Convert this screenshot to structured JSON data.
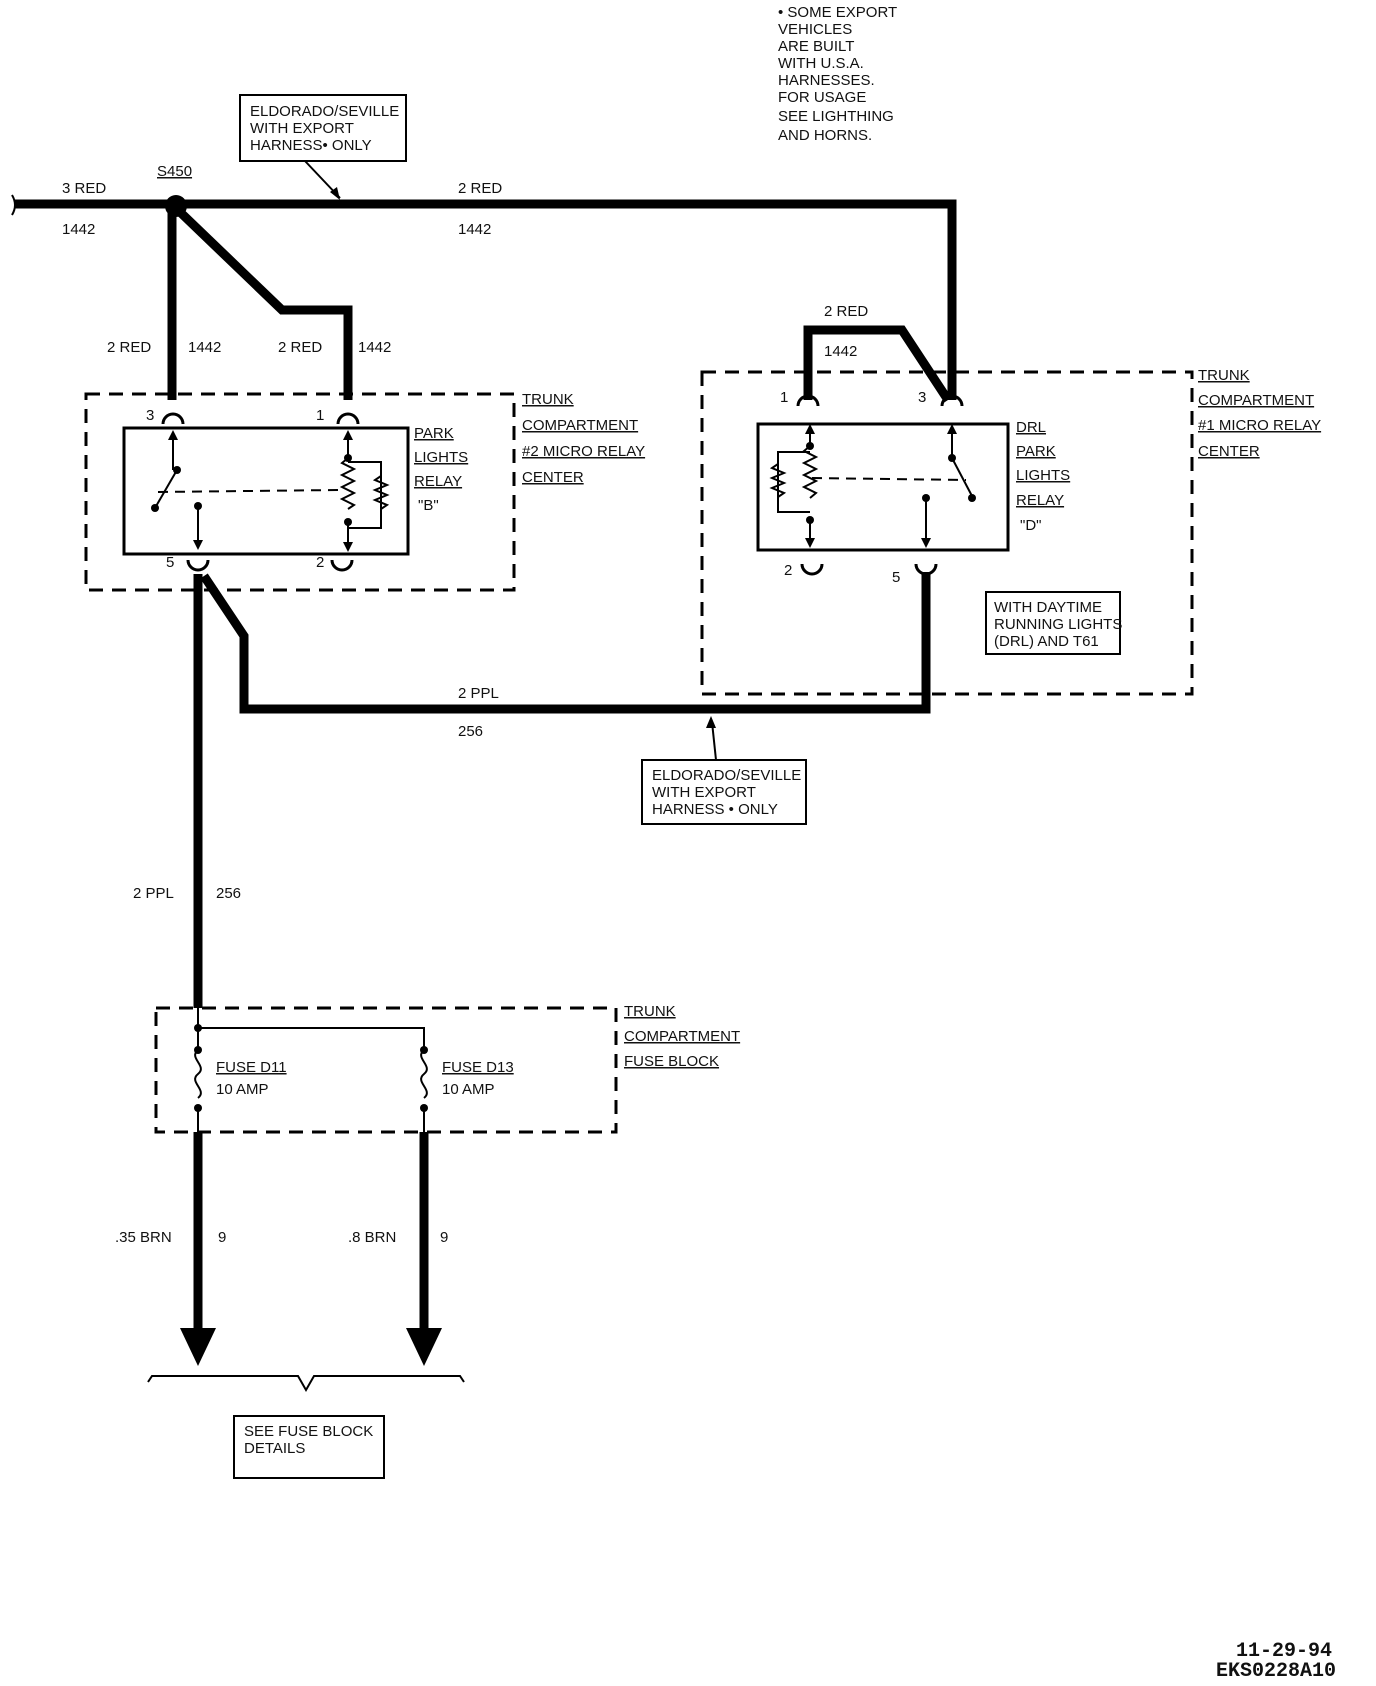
{
  "notes": {
    "export": [
      "• SOME EXPORT",
      "VEHICLES",
      "ARE BUILT",
      "WITH U.S.A.",
      "HARNESSES.",
      "FOR USAGE",
      "SEE LIGHTHING",
      "AND HORNS."
    ],
    "callout_top": [
      "ELDORADO/SEVILLE",
      "WITH EXPORT",
      "HARNESS• ONLY"
    ],
    "callout_mid": [
      "ELDORADO/SEVILLE",
      "WITH EXPORT",
      "HARNESS • ONLY"
    ],
    "drl_option": [
      "WITH DAYTIME",
      "RUNNING LIGHTS",
      "(DRL) AND T61"
    ],
    "fuse_details": [
      "SEE FUSE BLOCK",
      "DETAILS"
    ]
  },
  "splice": {
    "id": "S450"
  },
  "wires": {
    "in_color": "3 RED",
    "in_circuit": "1442",
    "top_color": "2 RED",
    "top_circuit": "1442",
    "b3_color": "2 RED",
    "b3_circuit": "1442",
    "b1_color": "2 RED",
    "b1_circuit": "1442",
    "d1_color": "2 RED",
    "d1_circuit": "1442",
    "ppl_h_color": "2 PPL",
    "ppl_h_circuit": "256",
    "ppl_v_color": "2 PPL",
    "ppl_v_circuit": "256",
    "out1_color": ".35 BRN",
    "out1_circuit": "9",
    "out2_color": ".8 BRN",
    "out2_circuit": "9"
  },
  "relay_b": {
    "name": [
      "PARK",
      "LIGHTS",
      "RELAY",
      "\"B\""
    ],
    "location": [
      "TRUNK",
      "COMPARTMENT",
      "#2 MICRO RELAY",
      "CENTER"
    ],
    "pins": [
      "3",
      "1",
      "5",
      "2"
    ]
  },
  "relay_d": {
    "name": [
      "DRL",
      "PARK",
      "LIGHTS",
      "RELAY",
      "\"D\""
    ],
    "location": [
      "TRUNK",
      "COMPARTMENT",
      "#1 MICRO RELAY",
      "CENTER"
    ],
    "pins": [
      "1",
      "3",
      "2",
      "5"
    ]
  },
  "fuse_block": {
    "location": [
      "TRUNK",
      "COMPARTMENT",
      "FUSE BLOCK"
    ],
    "fuse1": [
      "FUSE D11",
      "10 AMP"
    ],
    "fuse2": [
      "FUSE D13",
      "10 AMP"
    ]
  },
  "footer": {
    "date": "11-29-94",
    "code": "EKS0228A10"
  }
}
